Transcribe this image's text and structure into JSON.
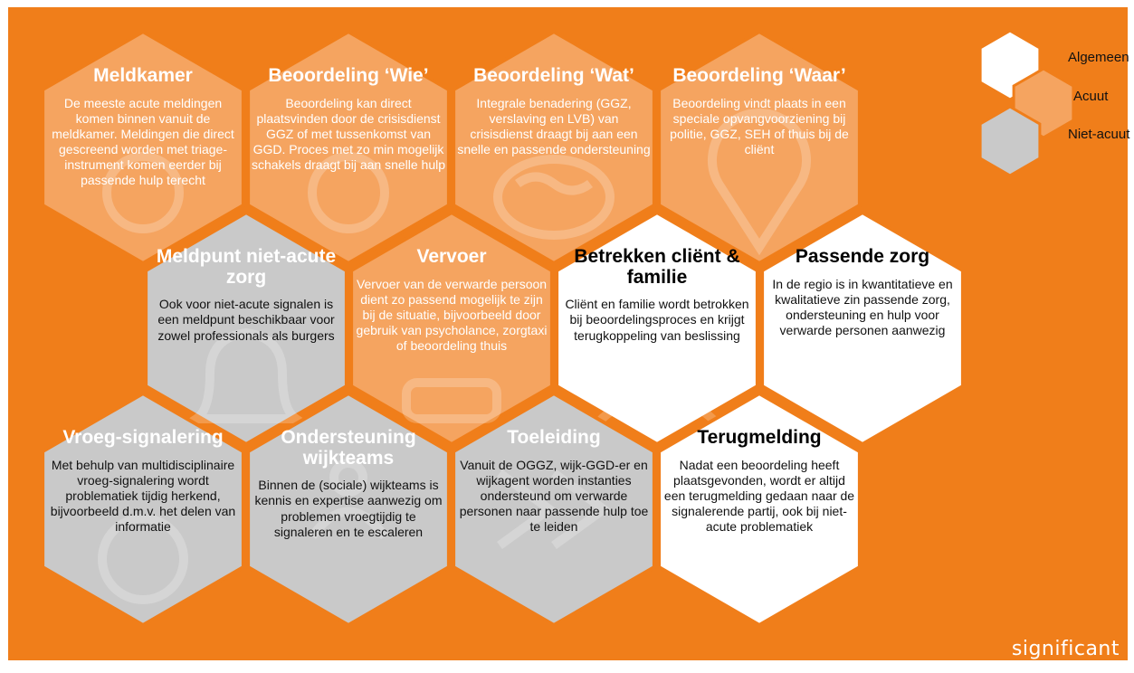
{
  "colors": {
    "background": "#f07e1a",
    "algemeen": "#ffffff",
    "acuut": "#f5a460",
    "niet_acuut": "#c9c9c9",
    "icon_watermark": "#ffffff"
  },
  "legend": [
    {
      "label": "Algemeen",
      "category": "algemeen"
    },
    {
      "label": "Acuut",
      "category": "acuut"
    },
    {
      "label": "Niet-acuut",
      "category": "niet_acuut"
    }
  ],
  "cells": [
    {
      "id": "meldkamer",
      "category": "acuut",
      "title": "Meldkamer",
      "body": "De meeste acute meldingen komen binnen vanuit de meldkamer. Meldingen die direct gescreend worden met triage-instrument komen eerder bij passende hulp terecht",
      "icon": "headset-icon"
    },
    {
      "id": "beoordeling-wie",
      "category": "acuut",
      "title": "Beoordeling ‘Wie’",
      "body": "Beoordeling kan direct plaatsvinden door de crisisdienst GGZ of met tussenkomst van GGD. Proces met zo min mogelijk schakels draagt bij aan snelle hulp",
      "icon": "person-icon"
    },
    {
      "id": "beoordeling-wat",
      "category": "acuut",
      "title": "Beoordeling ‘Wat’",
      "body": "Integrale benadering (GGZ, verslaving en LVB) van crisisdienst draagt bij aan een snelle en passende ondersteuning",
      "icon": "brain-icon"
    },
    {
      "id": "beoordeling-waar",
      "category": "acuut",
      "title": "Beoordeling ‘Waar’",
      "body": "Beoordeling vindt plaats in een speciale opvangvoorziening bij politie, GGZ, SEH of thuis bij de cliënt",
      "icon": "location-pin-icon"
    },
    {
      "id": "meldpunt",
      "category": "niet_acuut",
      "title": "Meldpunt niet-acute zorg",
      "body": "Ook voor niet-acute signalen is een meldpunt beschikbaar voor zowel professionals als burgers",
      "icon": "bell-icon"
    },
    {
      "id": "vervoer",
      "category": "acuut",
      "title": "Vervoer",
      "body": "Vervoer van de verwarde persoon dient zo passend mogelijk te zijn bij de situatie, bijvoorbeeld door gebruik van psycholance, zorgtaxi of beoordeling thuis",
      "icon": "car-icon"
    },
    {
      "id": "betrekken",
      "category": "algemeen",
      "title": "Betrekken cliënt & familie",
      "body": "Cliënt en familie wordt betrokken bij beoordelingsproces en krijgt terugkoppeling van beslissing",
      "icon": "family-icon"
    },
    {
      "id": "passende-zorg",
      "category": "algemeen",
      "title": "Passende zorg",
      "body": "In de regio is in kwantitatieve en kwalitatieve zin passende zorg, ondersteuning en hulp voor verwarde personen aanwezig",
      "icon": "clock-icon"
    },
    {
      "id": "vroegsignalering",
      "category": "niet_acuut",
      "title": "Vroeg-signalering",
      "body": "Met behulp van multidisciplinaire vroeg-signalering wordt problematiek tijdig herkend, bijvoorbeeld d.m.v. het delen van informatie",
      "icon": "eye-icon"
    },
    {
      "id": "wijkteams",
      "category": "niet_acuut",
      "title": "Ondersteuning wijkteams",
      "body": "Binnen de (sociale) wijkteams is kennis en expertise aanwezig om problemen vroegtijdig te signaleren en te escaleren",
      "icon": "team-icon"
    },
    {
      "id": "toeleiding",
      "category": "niet_acuut",
      "title": "Toeleiding",
      "body": "Vanuit de OGGZ, wijk-GGD-er en wijkagent worden instanties ondersteund om verwarde personen naar passende hulp toe te leiden",
      "icon": "arrows-icon"
    },
    {
      "id": "terugmelding",
      "category": "algemeen",
      "title": "Terugmelding",
      "body": "Nadat een beoordeling heeft plaatsgevonden, wordt er altijd een terugmelding gedaan naar de signalerende partij, ook bij niet-acute problematiek",
      "icon": "rewind-icon"
    }
  ],
  "brand": "significant"
}
